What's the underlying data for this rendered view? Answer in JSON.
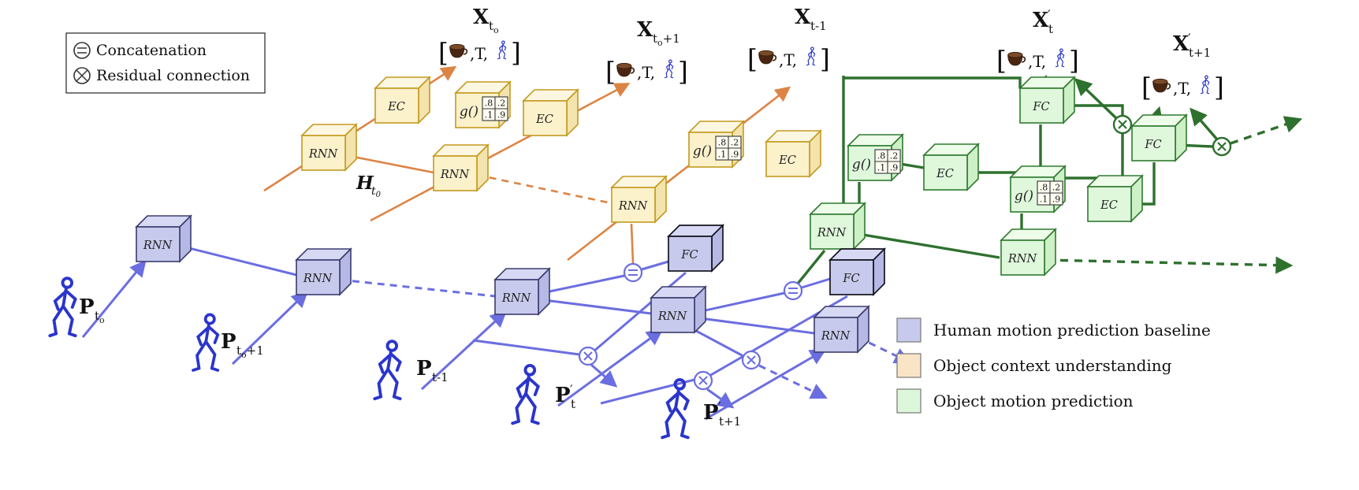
{
  "legend_box": {
    "concatenation": "Concatenation",
    "residual": "Residual connection"
  },
  "module_labels": {
    "rnn": "RNN",
    "ec": "EC",
    "fc": "FC",
    "g": "g()"
  },
  "gate_matrix": {
    "r1c1": ".8",
    "r1c2": ".2",
    "r2c1": ".1",
    "r2c2": ".9"
  },
  "bracket": {
    "open": "[",
    "mid": ",T,",
    "close": "]"
  },
  "hidden_state": {
    "base": "H",
    "sub": "t",
    "subsub": "0"
  },
  "inputs_top": [
    {
      "base": "X",
      "prime": "",
      "sub": "t",
      "subsub": "o",
      "sub2": ""
    },
    {
      "base": "X",
      "prime": "",
      "sub": "t",
      "subsub": "o",
      "sub2": "+1"
    },
    {
      "base": "X",
      "prime": "",
      "sub": "t-1",
      "subsub": "",
      "sub2": ""
    },
    {
      "base": "X",
      "prime": "′",
      "sub": "t",
      "subsub": "",
      "sub2": ""
    },
    {
      "base": "X",
      "prime": "′",
      "sub": "t+1",
      "subsub": "",
      "sub2": ""
    }
  ],
  "inputs_bottom": [
    {
      "base": "P",
      "prime": "",
      "sub": "t",
      "subsub": "o",
      "sub2": ""
    },
    {
      "base": "P",
      "prime": "",
      "sub": "t",
      "subsub": "o",
      "sub2": "+1"
    },
    {
      "base": "P",
      "prime": "",
      "sub": "t-1",
      "subsub": "",
      "sub2": ""
    },
    {
      "base": "P",
      "prime": "′",
      "sub": "t",
      "subsub": "",
      "sub2": ""
    },
    {
      "base": "P",
      "prime": "′",
      "sub": "t+1",
      "subsub": "",
      "sub2": ""
    }
  ],
  "legend_bottom": {
    "items": [
      {
        "label": "Human motion prediction baseline",
        "color": "#C7CAEC"
      },
      {
        "label": "Object context understanding",
        "color": "#FAE4C6"
      },
      {
        "label": "Object motion prediction",
        "color": "#DCF7D9"
      }
    ]
  },
  "colors": {
    "human_stream": "#6B6EE0",
    "object_context_stream": "#DD8444",
    "object_motion_stream": "#2E702E"
  }
}
